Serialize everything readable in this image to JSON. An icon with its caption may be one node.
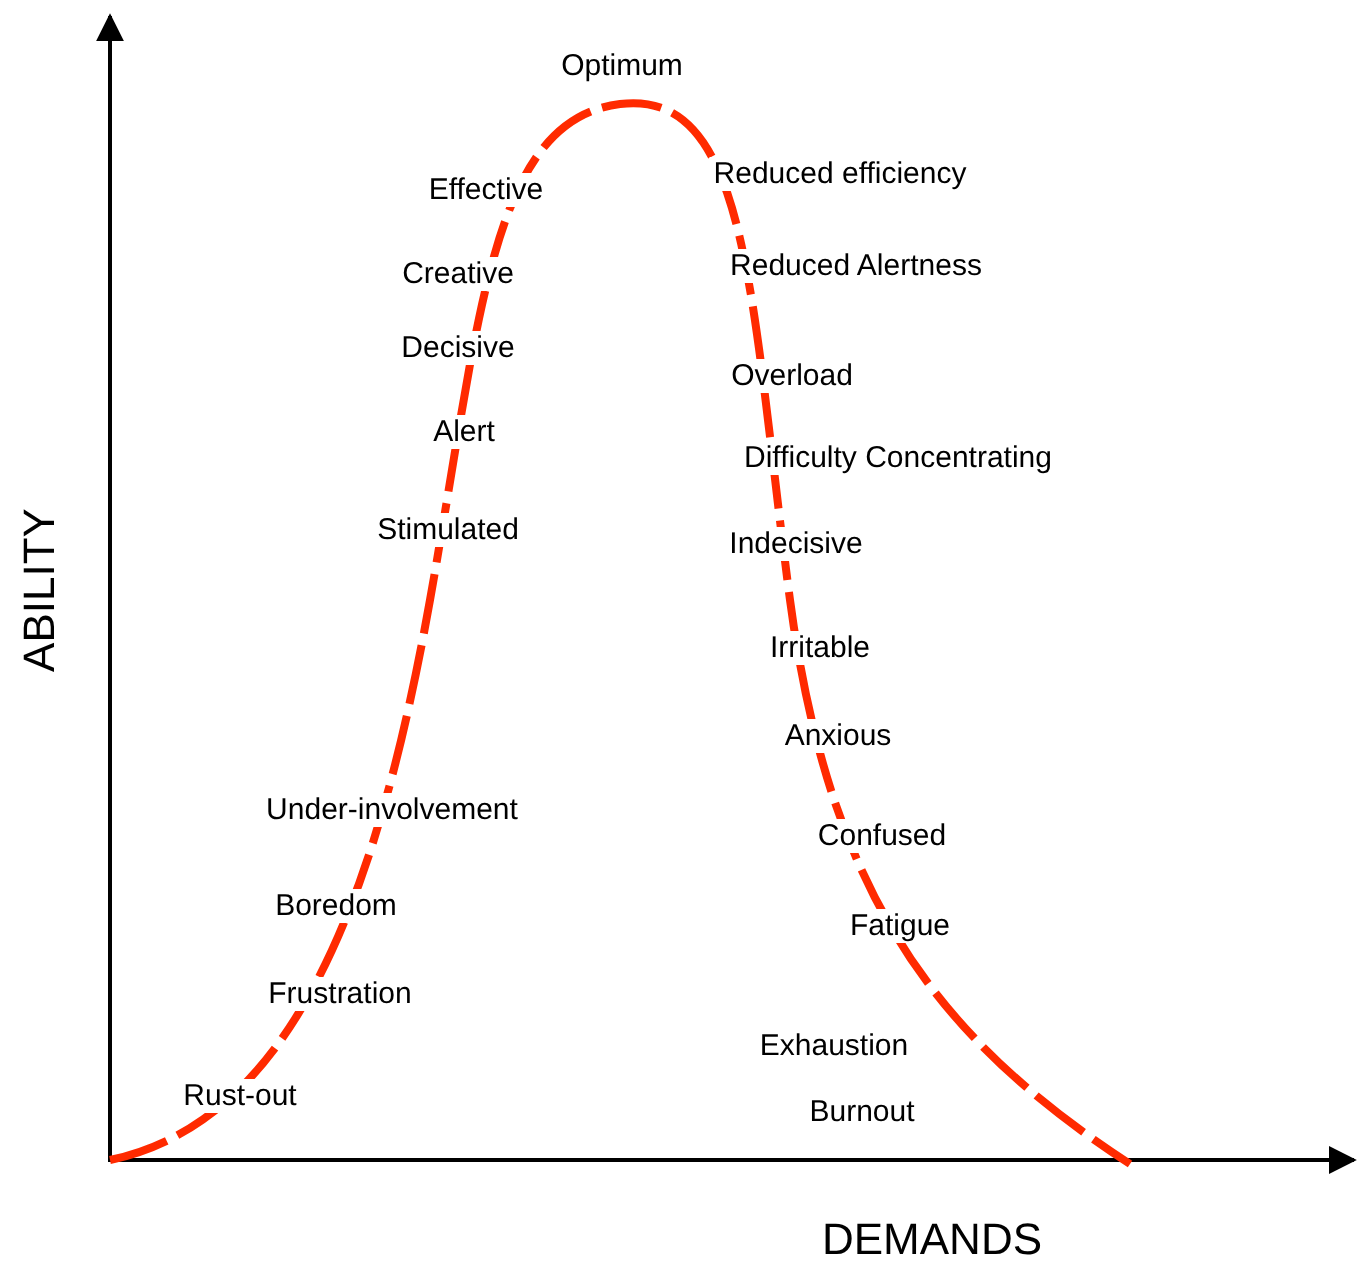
{
  "diagram": {
    "labels": [
      "Optimum",
      "Effective",
      "Reduced efficiency",
      "Reduced Alertness",
      "Creative",
      "Decisive",
      "Overload",
      "Alert",
      "Difficulty Concentrating",
      "Stimulated",
      "Indecisive",
      "Irritable",
      "Anxious",
      "Under-involvement",
      "Confused",
      "Boredom",
      "Fatigue",
      "Frustration",
      "Exhaustion",
      "Rust-out",
      "Burnout",
      "ABILITY",
      "DEMANDS"
    ]
  }
}
